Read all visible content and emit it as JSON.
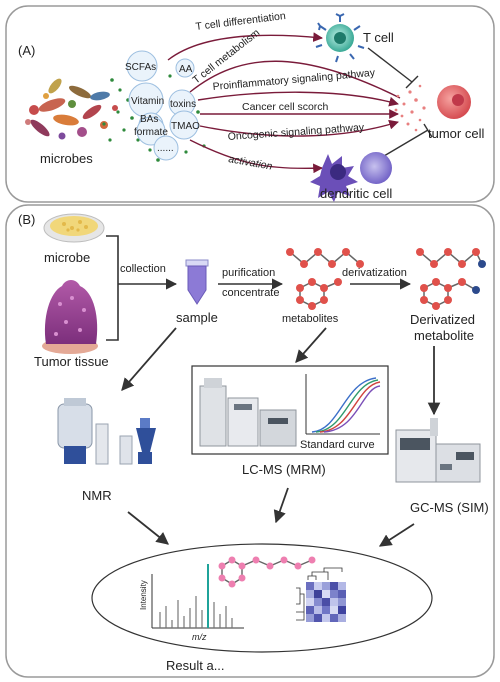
{
  "panel_a": {
    "label": "(A)",
    "microbes": "microbes",
    "metabolites": [
      "SCFAs",
      "AA",
      "Vitamin",
      "toxins",
      "BAs",
      "formate",
      "TMAO",
      "......"
    ],
    "pathways": [
      "T cell differentiation",
      "T cell metabolism",
      "Proinflammatory signaling pathway",
      "Cancer cell scorch",
      "Oncogenic signaling pathway",
      "activation"
    ],
    "t_cell": "T cell",
    "tumor_cell": "tumor cell",
    "dendritic_cell": "dendritic cell"
  },
  "panel_b": {
    "label": "(B)",
    "microbe": "microbe",
    "tumor_tissue": "Tumor tissue",
    "collection": "collection",
    "sample": "sample",
    "purification": "purification",
    "concentrate": "concentrate",
    "metabolites": "metabolites",
    "derivatization": "derivatization",
    "derivatized_1": "Derivatized",
    "derivatized_2": "metabolite",
    "nmr": "NMR",
    "standard_curve": "Standard curve",
    "lcms": "LC-MS (MRM)",
    "gcms": "GC-MS (SIM)",
    "intensity": "Intensity",
    "mz": "m/z",
    "result": "Result a..."
  },
  "colors": {
    "pathway_arrow": "#7a1b3a",
    "molecule_node": "#e0514b",
    "molecule_end": "#2c4a8c",
    "tumor": "#e46e6e",
    "dendritic": "#5a49a8",
    "microbe_green": "#2f8a3c"
  }
}
